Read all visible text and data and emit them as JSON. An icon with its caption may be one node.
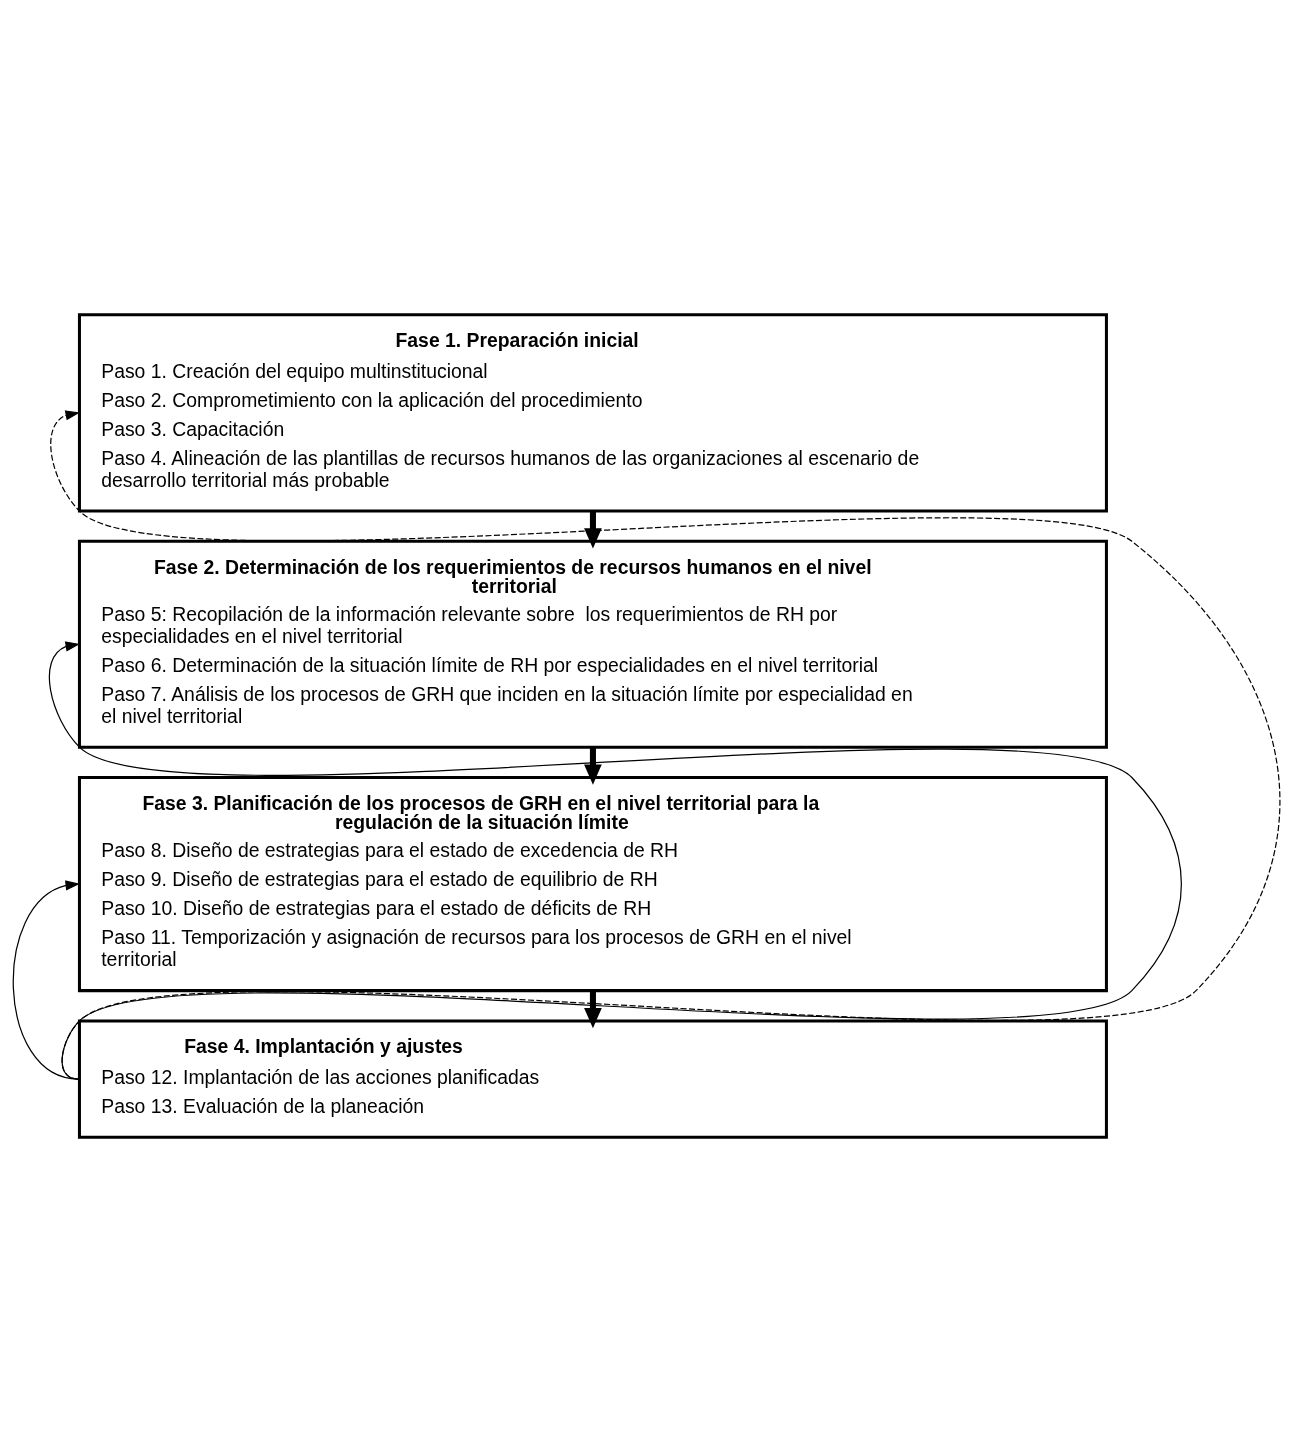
{
  "diagram": {
    "nodes": [
      {
        "text": [
          "Fase 1. Preparación inicial",
          "Paso 1. Creación del equipo multinstitucional",
          "Paso 2. Comprometimiento con la aplicación del procedimiento",
          "Paso 3. Capacitación",
          "Paso 4. Alineación de las plantillas de recursos humanos de las organizaciones al escenario de desarrollo territorial más probable"
        ]
      },
      {
        "text": [
          "Fase 2. Determinación de los requerimientos de recursos humanos en el nivel territorial",
          "Paso 5: Recopilación de la información relevante sobre  los requerimientos de RH por especialidades en el nivel territorial",
          "Paso 6. Determinación de la situación límite de RH por especialidades en el nivel territorial",
          "Paso 7. Análisis de los procesos de GRH que inciden en la situación límite por especialidad en el nivel territorial"
        ]
      },
      {
        "text": [
          "Fase 3. Planificación de los procesos de GRH en el nivel territorial para la regulación de la situación límite",
          "Paso 8. Diseño de estrategias para el estado de excedencia de RH",
          "Paso 9. Diseño de estrategias para el estado de equilibrio de RH",
          "Paso 10. Diseño de estrategias para el estado de déficits de RH",
          "Paso 11. Temporización y asignación de recursos para los procesos de GRH en el nivel territorial"
        ]
      },
      {
        "text": [
          "Fase 4. Implantación y ajustes",
          "Paso 12. Implantación de las acciones planificadas",
          "Paso 13. Evaluación de la planeación"
        ]
      }
    ],
    "edges": [
      {
        "from": 0,
        "to": 1,
        "arrow": "to",
        "style": "thick"
      },
      {
        "from": 1,
        "to": 2,
        "arrow": "to",
        "style": "thick"
      },
      {
        "from": 2,
        "to": 3,
        "arrow": "to",
        "style": "thick"
      },
      {
        "from": 3,
        "to": 2,
        "arrow": "to"
      },
      {
        "from": 3,
        "to": 1,
        "arrow": "to"
      },
      {
        "from": 3,
        "to": 0,
        "arrow": "to",
        "style": "dashed"
      }
    ]
  }
}
